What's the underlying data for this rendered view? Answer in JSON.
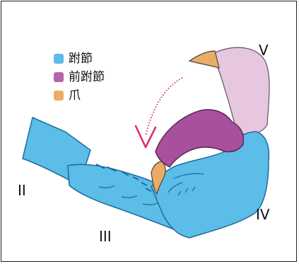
{
  "legend": [
    {
      "label": "跗節",
      "color": "#5bbde8"
    },
    {
      "label": "前跗節",
      "color": "#b763aa"
    },
    {
      "label": "爪",
      "color": "#e9ad68"
    }
  ],
  "segment_labels": {
    "II": "II",
    "III": "III",
    "IV": "IV",
    "V": "V"
  },
  "colors": {
    "tarsus": "#5bbde8",
    "tarsus_outline": "#1f6c9a",
    "pretarsus": "#a94f9e",
    "pretarsus_faded": "#e6c3df",
    "claw": "#e9ad68",
    "arrow": "#e0306e"
  },
  "icons": {
    "motion_arrow": "curved-down-arrow"
  }
}
